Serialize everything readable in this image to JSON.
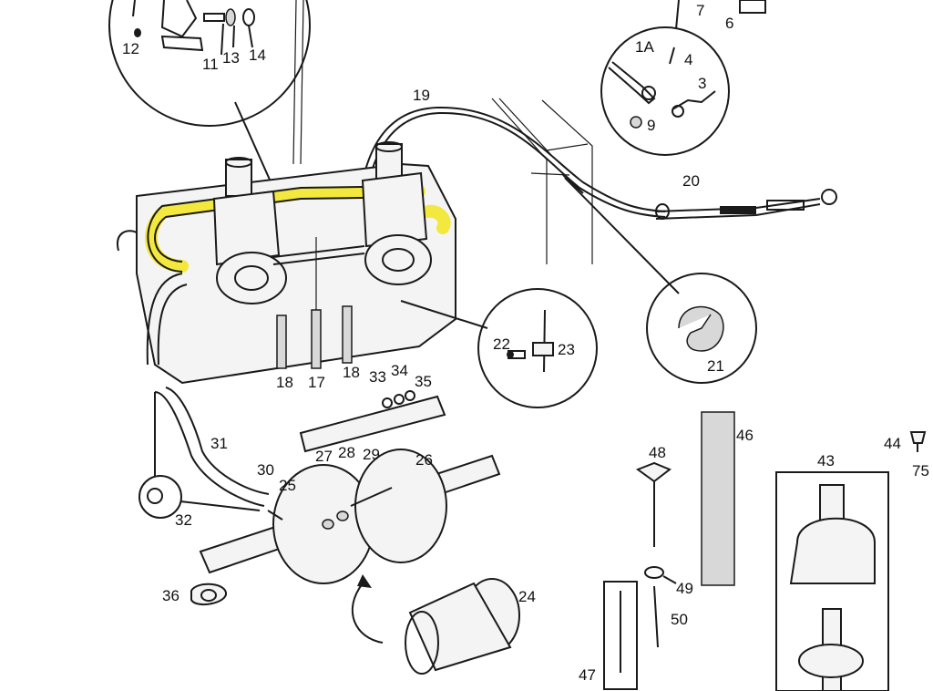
{
  "highlight_color": "#f2e51c",
  "ink_color": "#1a1a1a",
  "callouts": {
    "c12": "12",
    "c11": "11",
    "c13": "13",
    "c14": "14",
    "c7": "7",
    "c6": "6",
    "c1a": "1A",
    "c4": "4",
    "c3": "3",
    "c9": "9",
    "c19": "19",
    "c20": "20",
    "c21": "21",
    "c22": "22",
    "c23": "23",
    "c18a": "18",
    "c17": "17",
    "c18b": "18",
    "c33": "33",
    "c34": "34",
    "c35": "35",
    "c31": "31",
    "c30": "30",
    "c25": "25",
    "c32": "32",
    "c27": "27",
    "c28": "28",
    "c29": "29",
    "c26": "26",
    "c36": "36",
    "c24": "24",
    "c46": "46",
    "c48": "48",
    "c49": "49",
    "c50": "50",
    "c47": "47",
    "c43": "43",
    "c44": "44",
    "c75": "75"
  }
}
